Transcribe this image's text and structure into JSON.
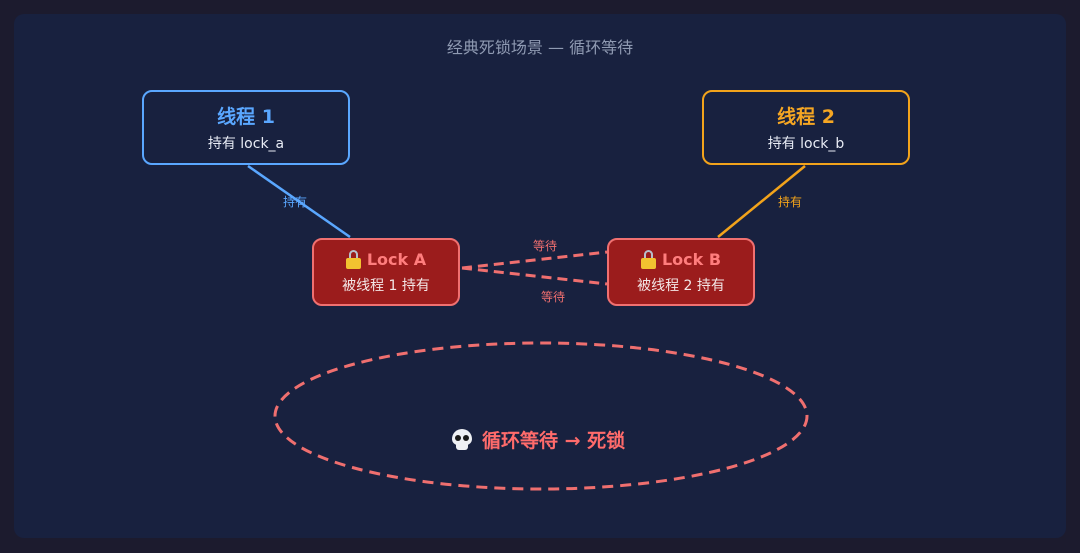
{
  "title": "经典死锁场景 — 循环等待",
  "thread1": {
    "name": "线程 1",
    "desc": "持有 lock_a"
  },
  "thread2": {
    "name": "线程 2",
    "desc": "持有 lock_b"
  },
  "lockA": {
    "name": "Lock A",
    "desc": "被线程 1 持有"
  },
  "lockB": {
    "name": "Lock B",
    "desc": "被线程 2 持有"
  },
  "edges": {
    "hold1": "持有",
    "hold2": "持有",
    "wait1": "等待",
    "wait2": "等待"
  },
  "cycle": {
    "text": "循环等待 → 死锁"
  },
  "colors": {
    "thread1": "#5aa7ff",
    "thread2": "#f2a31b",
    "lock": "#9b1c1c",
    "wait": "#ef6f6f"
  },
  "icons": {
    "lock": "padlock-icon",
    "cycle": "skull-icon"
  }
}
